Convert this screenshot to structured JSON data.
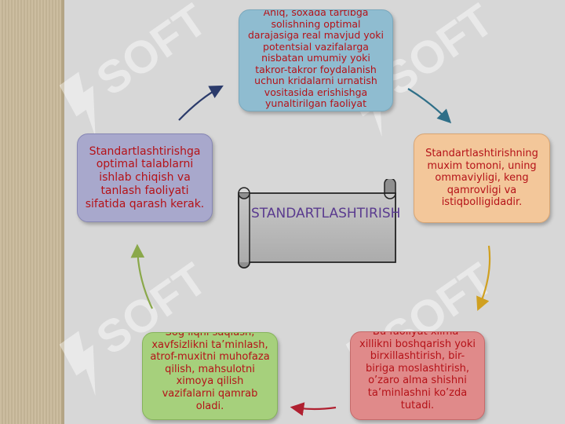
{
  "watermark": {
    "text": "SOFT",
    "icon": "soft-logo-icon"
  },
  "center": {
    "title": "STANDARTLASHTIRISH"
  },
  "nodes": {
    "top": "Aniq, soxada tartibga solishning optimal darajasiga real mavjud yoki potentsial vazifalarga nisbatan umumiy yoki takror-takror foydalanish uchun kridalarni urnatish vositasida erishishga yunaltirilgan faoliyat",
    "right": "Standartlashtirishning muxim tomoni, uning ommaviyligi, keng qamrovligi va istiqbolligidadir.",
    "bottom_right": "Bu faoliyat xilma-xillikni boshqarish yoki birxillashtirish, bir-biriga moslashtirish, o’zaro alma shishni ta’minlashni ko’zda tutadi.",
    "bottom_left": "Sog’liqni saqlash, xavfsizlikni ta’minlash, atrof-muxitni muhofaza qilish, mahsulotni ximoya qilish vazifalarni qamrab oladi.",
    "left": "Standartlashtirishga optimal talablarni ishlab chiqish va tanlash faoliyati sifatida qarash kerak."
  },
  "colors": {
    "top": "#8fbcd0",
    "right": "#f3c79a",
    "bottom_right": "#e08a8a",
    "bottom_left": "#a6d07c",
    "left": "#a8a8cc",
    "text": "#b51218",
    "title": "#5a3b8f"
  }
}
